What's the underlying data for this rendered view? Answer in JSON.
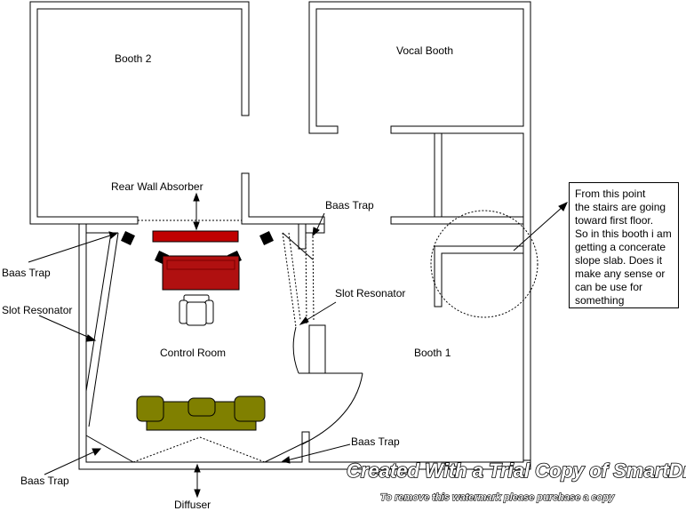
{
  "rooms": {
    "booth_2": "Booth 2",
    "vocal_booth": "Vocal Booth",
    "control_room": "Control Room",
    "booth_1": "Booth 1"
  },
  "labels": {
    "rear_wall_absorber": "Rear Wall Absorber",
    "baas_trap_top": "Baas Trap",
    "baas_trap_left": "Baas Trap",
    "slot_resonator_left": "Slot Resonator",
    "slot_resonator_right": "Slot Resonator",
    "baas_trap_bottom_right": "Baas Trap",
    "baas_trap_bottom_left": "Baas Trap",
    "diffuser": "Diffuser"
  },
  "note": {
    "lines": [
      "From this point",
      "the stairs are going",
      "toward first floor.",
      "So in this booth i am",
      "getting a concerate",
      "slope slab. Does it",
      "make any sense or",
      "can be use for",
      "something"
    ]
  },
  "watermark": {
    "title": "Created With a Trial Copy of SmartDraw",
    "subtitle": "To remove this watermark please purchase a copy"
  },
  "colors": {
    "wall": "#000000",
    "absorber": "#c00000",
    "desk": "#b01010",
    "sofa": "#808000",
    "monitor": "#000000"
  }
}
